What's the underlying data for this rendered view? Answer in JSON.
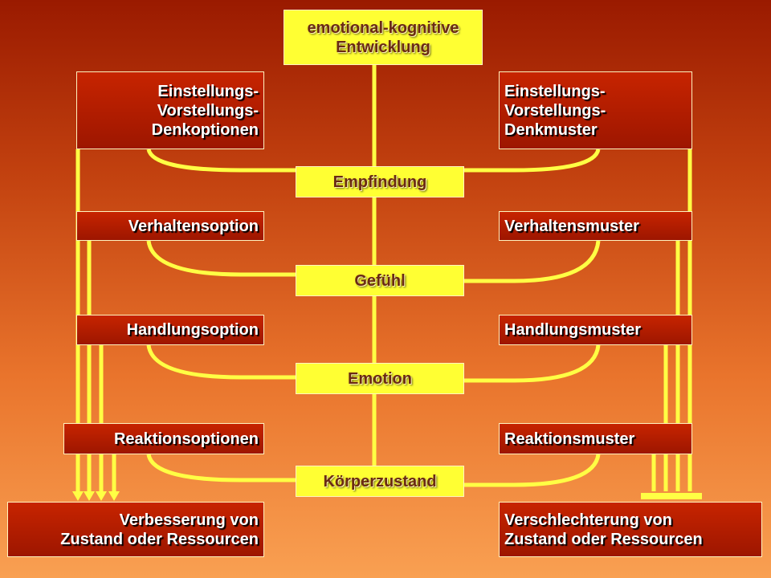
{
  "center": {
    "top": "emotional-kognitive\nEntwicklung",
    "empfindung": "Empfindung",
    "gefuehl": "Gefühl",
    "emotion": "Emotion",
    "koerperzustand": "Körperzustand"
  },
  "left": {
    "einstellungen": "Einstellungs-\nVorstellungs-\nDenkoptionen",
    "verhalten": "Verhaltensoption",
    "handlung": "Handlungsoption",
    "reaktion": "Reaktionsoptionen",
    "outcome": "Verbesserung von\nZustand oder Ressourcen"
  },
  "right": {
    "einstellungen": "Einstellungs-\nVorstellungs-\nDenkmuster",
    "verhalten": "Verhaltensmuster",
    "handlung": "Handlungsmuster",
    "reaktion": "Reaktionsmuster",
    "outcome": "Verschlechterung von\nZustand oder Ressourcen"
  },
  "colors": {
    "connector": "#ffff44",
    "center_box": "#ffff33",
    "side_box": "#b81e00"
  }
}
